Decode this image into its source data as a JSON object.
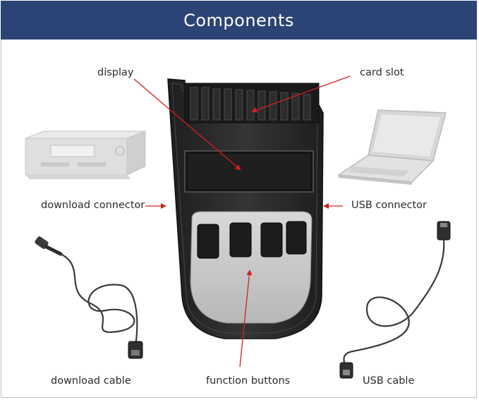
{
  "header": {
    "title": "Components"
  },
  "labels": {
    "display": "display",
    "card_slot": "card slot",
    "download_connector": "download connector",
    "usb_connector": "USB connector",
    "download_cable": "download cable",
    "function_buttons": "function buttons",
    "usb_cable": "USB cable"
  },
  "colors": {
    "header_bg": "#2c4475",
    "arrow": "#d42020",
    "device_body": "#2a2a2a",
    "button_panel": "#c9c9c9",
    "faded_device": "#c4c4c4"
  }
}
